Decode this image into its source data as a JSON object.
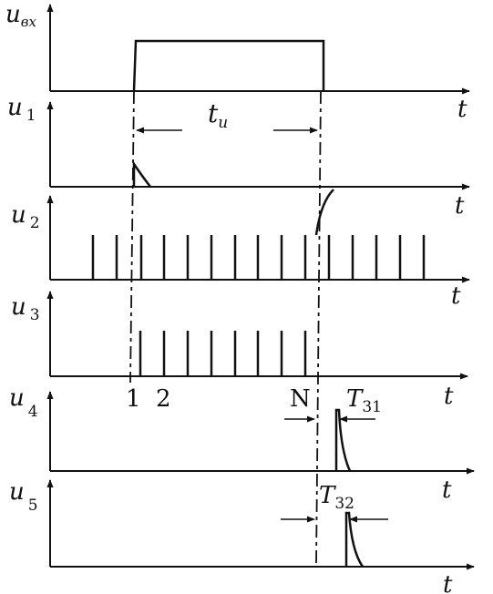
{
  "axes": {
    "u_in": {
      "name": "u",
      "sub": "вх",
      "t": "t"
    },
    "u1": {
      "name": "u",
      "sub": "1",
      "t": "t"
    },
    "u2": {
      "name": "u",
      "sub": "2",
      "t": "t"
    },
    "u3": {
      "name": "u",
      "sub": "3",
      "t": "t"
    },
    "u4": {
      "name": "u",
      "sub": "4",
      "t": "t"
    },
    "u5": {
      "name": "u",
      "sub": "5",
      "t": "t"
    }
  },
  "annotations": {
    "tu": {
      "name": "t",
      "sub": "u"
    },
    "pulse_1": "1",
    "pulse_2": "2",
    "pulse_N": "N",
    "T31": {
      "name": "T",
      "sub": "31"
    },
    "T32": {
      "name": "T",
      "sub": "32"
    }
  },
  "colors": {
    "ink": "#111111",
    "background": "#ffffff"
  }
}
